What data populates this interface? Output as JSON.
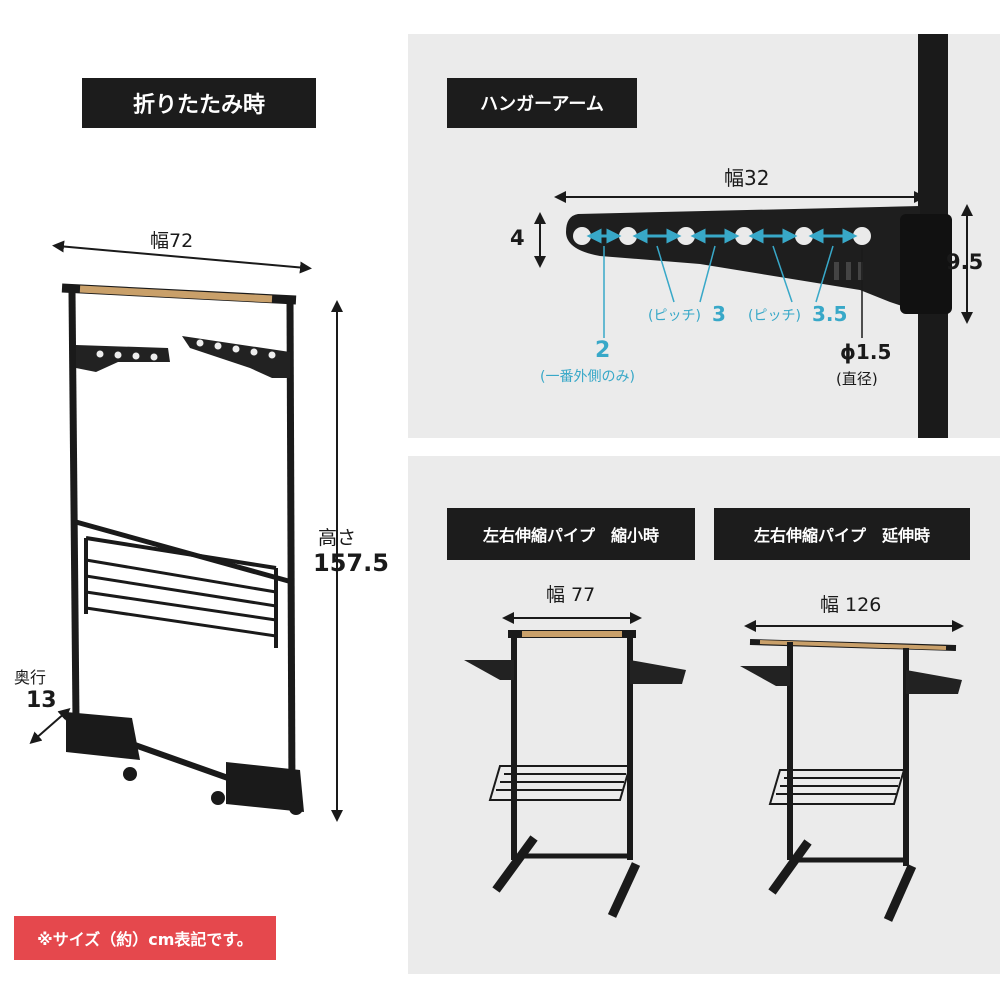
{
  "folded": {
    "title": "折りたたみ時",
    "width_label": "幅72",
    "height_label_1": "高さ",
    "height_label_2": "157.5",
    "depth_label_1": "奥行",
    "depth_label_2": "13"
  },
  "hanger_arm": {
    "title": "ハンガーアーム",
    "width_label": "幅32",
    "height_left": "4",
    "height_right": "9.5",
    "outer_value": "2",
    "outer_caption": "(一番外側のみ)",
    "pitch_3_prefix": "(ピッチ)",
    "pitch_3_value": "3",
    "pitch_35_prefix": "(ピッチ)",
    "pitch_35_value": "3.5",
    "hole_value": "ϕ1.5",
    "hole_caption": "(直径)"
  },
  "pipe_short": {
    "title": "左右伸縮パイプ　縮小時",
    "width_label": "幅 77"
  },
  "pipe_long": {
    "title": "左右伸縮パイプ　延伸時",
    "width_label": "幅 126"
  },
  "note": "※サイズ（約）cm表記です。",
  "colors": {
    "panel_bg": "#ebebeb",
    "label_bg": "#1c1c1c",
    "accent_teal": "#38a8c8",
    "note_bg": "#e5484d",
    "wood": "#c9a06a"
  }
}
